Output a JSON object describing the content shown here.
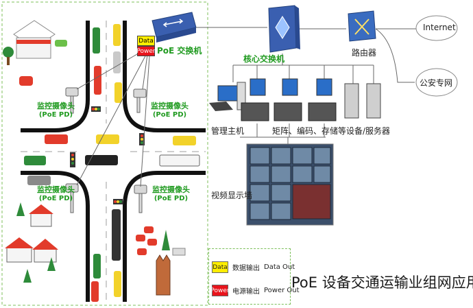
{
  "title": "PoE 设备交通运输业组网应用",
  "devices": {
    "poe_switch": "PoE 交换机",
    "core_switch": "核心交换机",
    "router": "路由器",
    "internet": "Internet",
    "police_network": "公安专网",
    "management_host": "管理主机",
    "storage_servers": "矩阵、编码、存储等设备/服务器",
    "video_wall": "视频显示墙"
  },
  "cameras": [
    {
      "label": "监控摄像头",
      "sublabel": "(PoE PD)"
    },
    {
      "label": "监控摄像头",
      "sublabel": "(PoE PD)"
    },
    {
      "label": "监控摄像头",
      "sublabel": "(PoE PD)"
    },
    {
      "label": "监控摄像头",
      "sublabel": "(PoE PD)"
    }
  ],
  "port_labels": {
    "data": "Data",
    "power": "Power"
  },
  "legend": {
    "data_chip": "Data",
    "data_cn": "数据输出",
    "data_en": "Data Out",
    "power_chip": "Power",
    "power_cn": "电源输出",
    "power_en": "Power Out"
  },
  "colors": {
    "data": "#ffee00",
    "power": "#e8141c",
    "label_green": "#1f9a1f",
    "road": "#111111",
    "border": "#7cbf5a"
  }
}
